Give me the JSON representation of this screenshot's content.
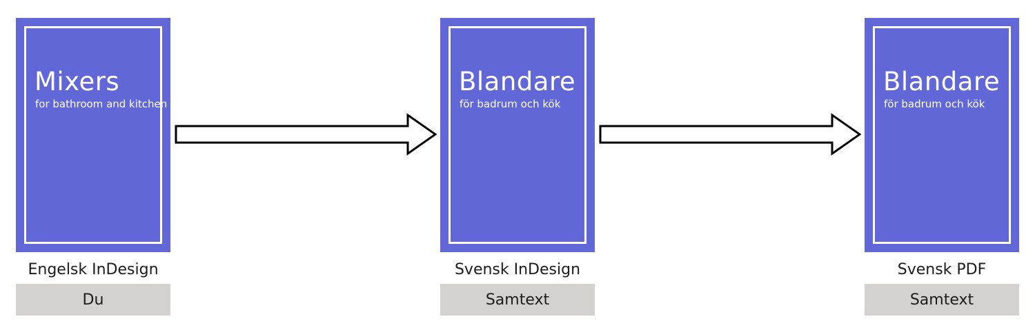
{
  "diagram": {
    "description": "translation-workflow-diagram",
    "stages": [
      {
        "doc_title": "Mixers",
        "doc_subtitle": "for bathroom and kitchen",
        "label": "Engelsk InDesign",
        "actor": "Du"
      },
      {
        "doc_title": "Blandare",
        "doc_subtitle": "för badrum och kök",
        "label": "Svensk InDesign",
        "actor": "Samtext"
      },
      {
        "doc_title": "Blandare",
        "doc_subtitle": "för badrum och kök",
        "label": "Svensk PDF",
        "actor": "Samtext"
      }
    ],
    "arrows": [
      {
        "name": "arrow-english-to-swedish",
        "direction": "right"
      },
      {
        "name": "arrow-indesign-to-pdf",
        "direction": "right"
      }
    ],
    "colors": {
      "canvas_bg": "#ffffff",
      "card_bg": "#6267d8",
      "card_border": "#ffffff",
      "tag_bg": "#d4d2ce",
      "text_dark": "#1c1c1c",
      "arrow_fill": "#ffffff",
      "arrow_stroke": "#000000"
    }
  }
}
